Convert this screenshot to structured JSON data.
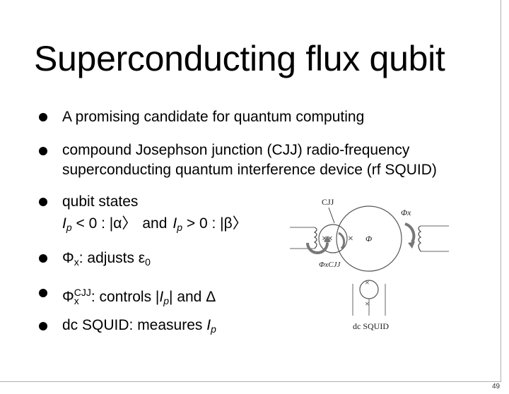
{
  "slide": {
    "title": "Superconducting flux qubit",
    "page_number": "49",
    "bullets": [
      {
        "text": "A promising candidate for quantum computing"
      },
      {
        "line1": "compound Josephson junction (CJJ) radio-frequency",
        "line2": "superconducting quantum interference device (rf SQUID)"
      },
      {
        "line1": "qubit states",
        "s1_var": "I",
        "s1_sub": "p",
        "s1_rest": " < 0 : |α〉",
        "and": "and",
        "s2_var": "I",
        "s2_sub": "p",
        "s2_rest": " > 0 : |β〉"
      },
      {
        "sym": "Φ",
        "sub": "x",
        "text": ": adjusts ε",
        "eps_sub": "0"
      },
      {
        "sym": "Φ",
        "sub": "x",
        "sup": "CJJ",
        "text1": ": controls |",
        "var": "I",
        "var_sub": "p",
        "text2": "| and Δ"
      },
      {
        "text": "dc SQUID: measures ",
        "var": "I",
        "var_sub": "p"
      }
    ]
  },
  "figure": {
    "cjj_label": "CJJ",
    "phi_x_label": "Φx",
    "phi_label": "Φ",
    "phi_cjj_label": "ΦxCJJ",
    "dc_squid_label": "dc SQUID"
  }
}
